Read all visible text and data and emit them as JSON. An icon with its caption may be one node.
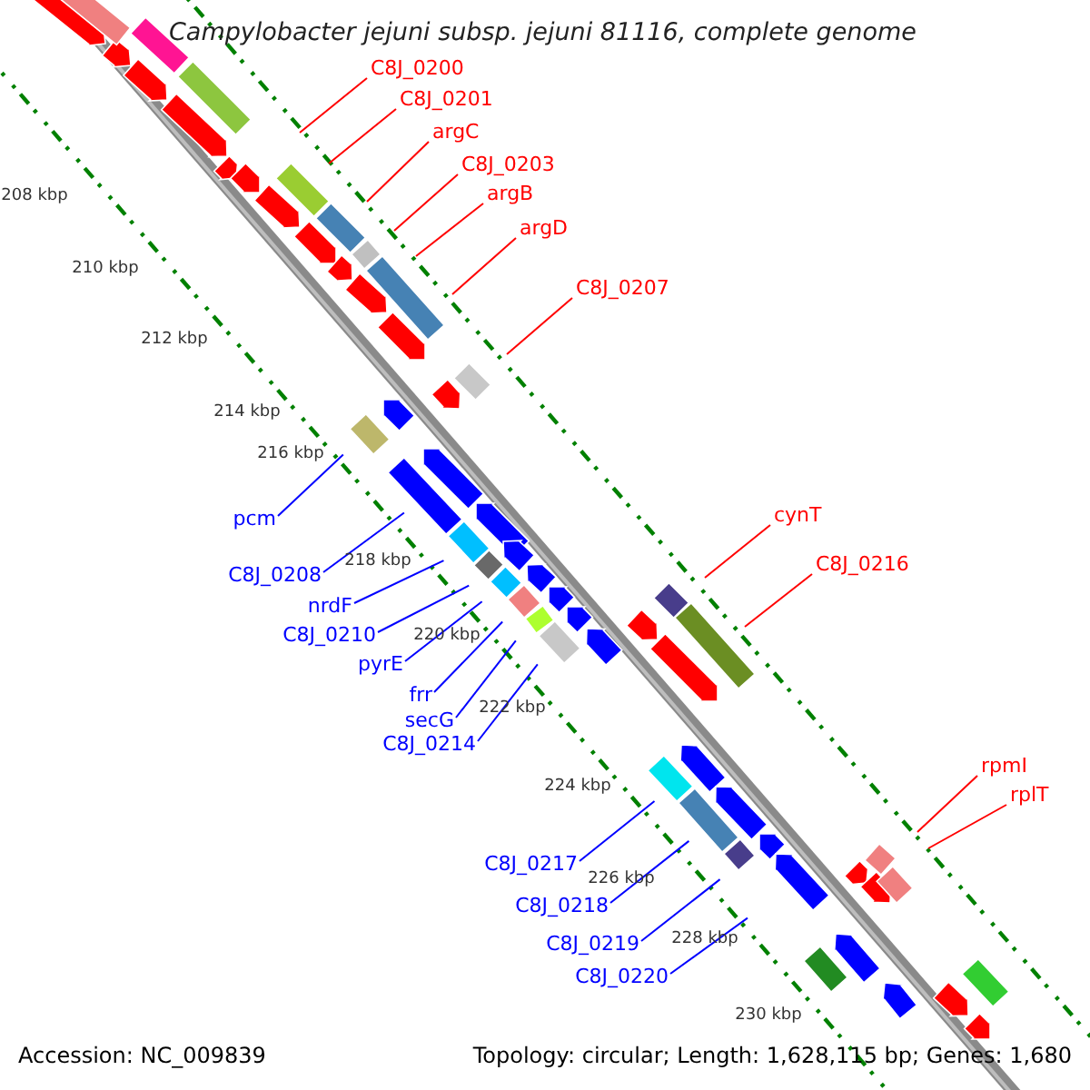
{
  "diagram": {
    "title": "Campylobacter jejuni subsp. jejuni 81116, complete genome",
    "nodes": [
      {
        "text": [
          "C8J_0200"
        ]
      },
      {
        "text": [
          "C8J_0201"
        ]
      },
      {
        "text": [
          "argC"
        ]
      },
      {
        "text": [
          "C8J_0203"
        ]
      },
      {
        "text": [
          "argB"
        ]
      },
      {
        "text": [
          "argD"
        ]
      },
      {
        "text": [
          "C8J_0207"
        ]
      },
      {
        "text": [
          "pcm"
        ]
      },
      {
        "text": [
          "C8J_0208"
        ]
      },
      {
        "text": [
          "nrdF"
        ]
      },
      {
        "text": [
          "C8J_0210"
        ]
      },
      {
        "text": [
          "pyrE"
        ]
      },
      {
        "text": [
          "frr"
        ]
      },
      {
        "text": [
          "secG"
        ]
      },
      {
        "text": [
          "C8J_0214"
        ]
      },
      {
        "text": [
          "cynT"
        ]
      },
      {
        "text": [
          "C8J_0216"
        ]
      },
      {
        "text": [
          "rpmI"
        ]
      },
      {
        "text": [
          "rplT"
        ]
      },
      {
        "text": [
          "C8J_0217"
        ]
      },
      {
        "text": [
          "C8J_0218"
        ]
      },
      {
        "text": [
          "C8J_0219"
        ]
      },
      {
        "text": [
          "C8J_0220"
        ]
      }
    ],
    "edges": [
      {
        "from": 0,
        "to": null,
        "arrow": "none",
        "color": "#ff0000"
      },
      {
        "from": 1,
        "to": null,
        "arrow": "none",
        "color": "#ff0000"
      },
      {
        "from": 2,
        "to": null,
        "arrow": "none",
        "color": "#ff0000"
      },
      {
        "from": 3,
        "to": null,
        "arrow": "none",
        "color": "#ff0000"
      },
      {
        "from": 4,
        "to": null,
        "arrow": "none",
        "color": "#ff0000"
      },
      {
        "from": 5,
        "to": null,
        "arrow": "none",
        "color": "#ff0000"
      },
      {
        "from": 6,
        "to": null,
        "arrow": "none",
        "color": "#ff0000"
      },
      {
        "from": 7,
        "to": null,
        "arrow": "none"
      },
      {
        "from": 8,
        "to": null,
        "arrow": "none"
      },
      {
        "from": 9,
        "to": null,
        "arrow": "none"
      },
      {
        "from": 10,
        "to": null,
        "arrow": "none"
      },
      {
        "from": 11,
        "to": null,
        "arrow": "none"
      },
      {
        "from": 12,
        "to": null,
        "arrow": "none"
      },
      {
        "from": 13,
        "to": null,
        "arrow": "none"
      },
      {
        "from": 14,
        "to": null,
        "arrow": "none"
      },
      {
        "from": 15,
        "to": null,
        "arrow": "none",
        "color": "#ff0000"
      },
      {
        "from": 16,
        "to": null,
        "arrow": "none",
        "color": "#ff0000"
      },
      {
        "from": 17,
        "to": null,
        "arrow": "none",
        "color": "#ff0000"
      },
      {
        "from": 18,
        "to": null,
        "arrow": "none",
        "color": "#ff0000"
      },
      {
        "from": 19,
        "to": null,
        "arrow": "none"
      },
      {
        "from": 20,
        "to": null,
        "arrow": "none"
      },
      {
        "from": 21,
        "to": null,
        "arrow": "none"
      },
      {
        "from": 22,
        "to": null,
        "arrow": "none"
      }
    ],
    "labels": [
      "208 kbp",
      "210 kbp",
      "212 kbp",
      "214 kbp",
      "216 kbp",
      "218 kbp",
      "220 kbp",
      "222 kbp",
      "224 kbp",
      "226 kbp",
      "228 kbp",
      "230 kbp",
      "Accession: NC_009839",
      "Topology: circular; Length: 1,628,115 bp; Genes: 1,680"
    ]
  }
}
